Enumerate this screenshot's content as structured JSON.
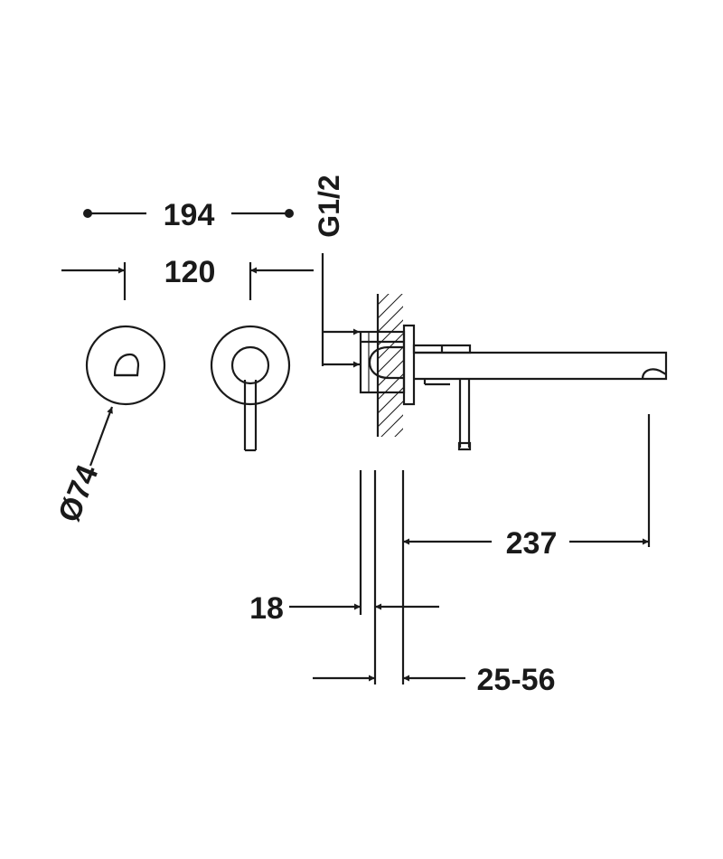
{
  "dimensions": {
    "overall_width": "194",
    "spacing": "120",
    "thread": "G1/2",
    "diameter": "Ø74",
    "projection": "237",
    "plate_thickness": "18",
    "wall_range": "25-56"
  },
  "colors": {
    "line": "#1a1a1a",
    "background": "#ffffff"
  }
}
